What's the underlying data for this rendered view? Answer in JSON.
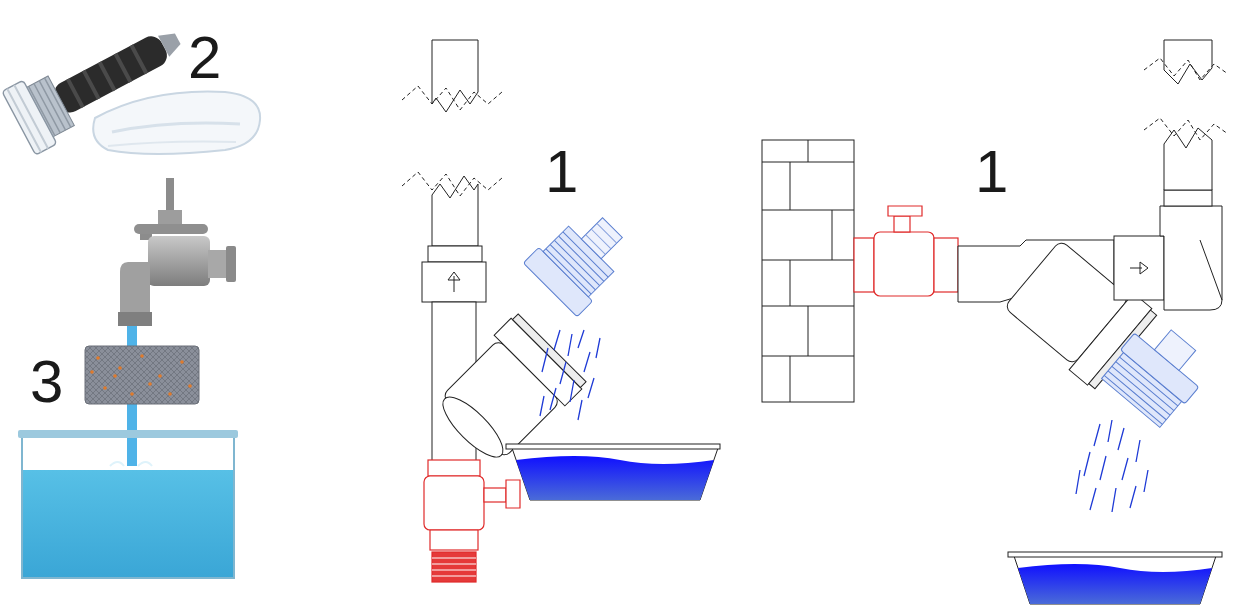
{
  "diagram": {
    "labels": [
      "2",
      "1",
      "1",
      "3"
    ]
  }
}
